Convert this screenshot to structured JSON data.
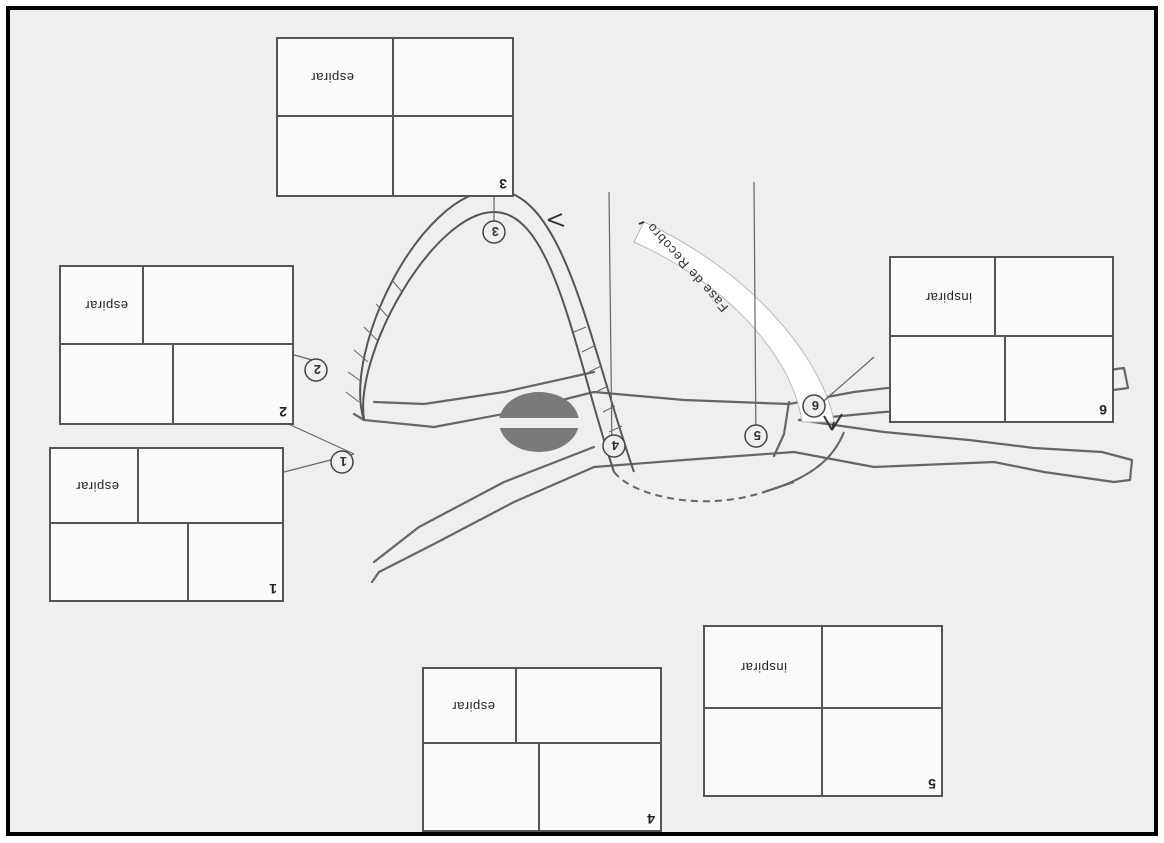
{
  "diagram": {
    "recovery_label": "Fase de Recobro",
    "markers": [
      "1",
      "2",
      "3",
      "4",
      "5",
      "6"
    ],
    "panels": [
      {
        "number": "1",
        "breath": "espirar"
      },
      {
        "number": "2",
        "breath": "espirar"
      },
      {
        "number": "3",
        "breath": "espirar"
      },
      {
        "number": "4",
        "breath": "espirar"
      },
      {
        "number": "5",
        "breath": "inspirar"
      },
      {
        "number": "6",
        "breath": "inspirar"
      }
    ]
  },
  "colors": {
    "background": "#efefed",
    "line": "#555555",
    "head": "#777777",
    "frame": "#000000"
  }
}
